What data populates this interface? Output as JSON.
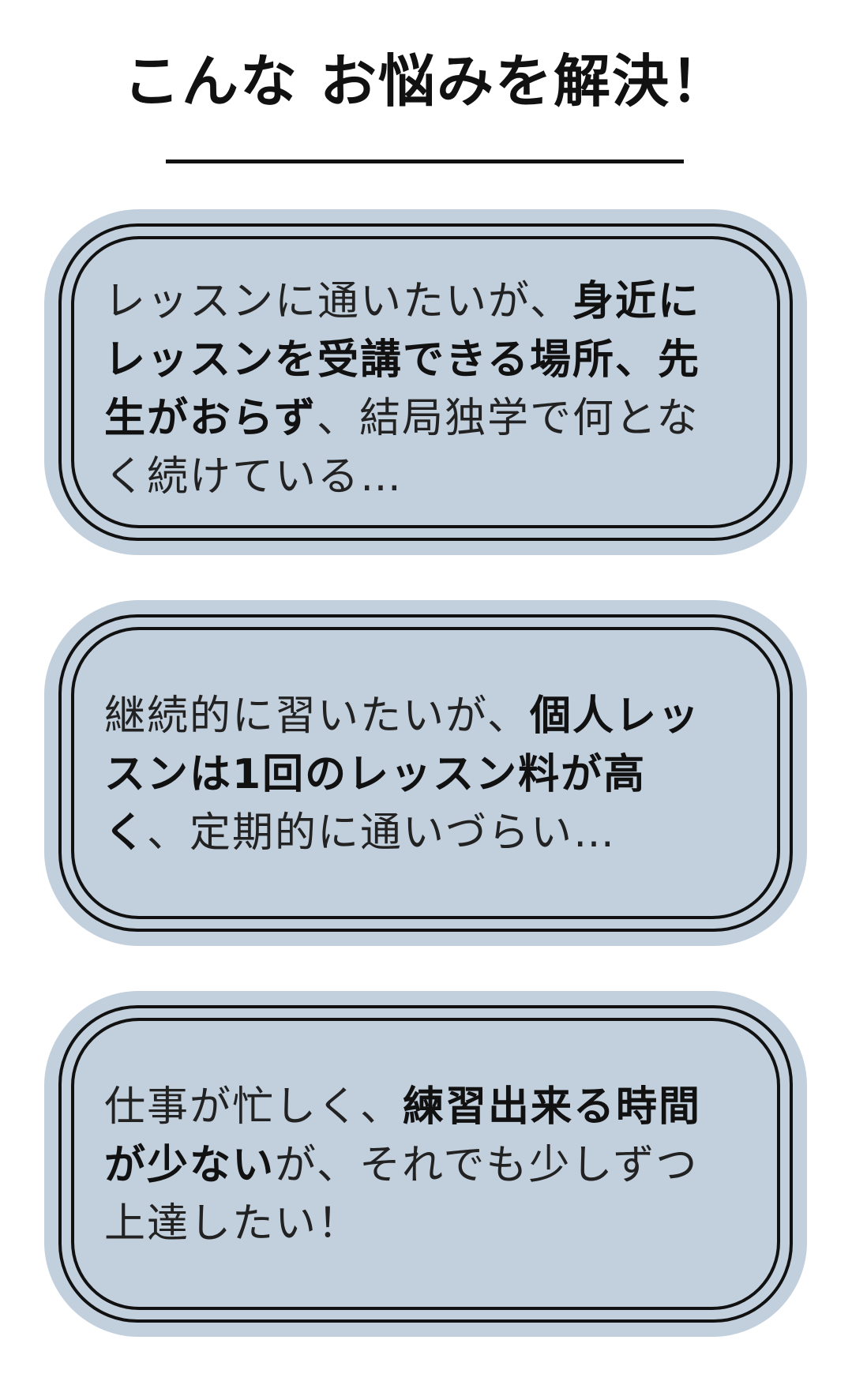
{
  "title": "こんな お悩みを解決！",
  "cards": [
    {
      "lines": [
        {
          "segments": [
            {
              "text": "レッスンに通いたいが、",
              "bold": false
            },
            {
              "text": "身近に",
              "bold": true
            }
          ]
        },
        {
          "segments": [
            {
              "text": "レッスンを受講できる場所、先",
              "bold": true
            }
          ]
        },
        {
          "segments": [
            {
              "text": "生がおらず",
              "bold": true
            },
            {
              "text": "、結局独学で何とな",
              "bold": false
            }
          ]
        },
        {
          "segments": [
            {
              "text": "く続けている…",
              "bold": false
            }
          ]
        }
      ]
    },
    {
      "lines": [
        {
          "segments": [
            {
              "text": "継続的に習いたいが、",
              "bold": false
            },
            {
              "text": "個人レッ",
              "bold": true
            }
          ]
        },
        {
          "segments": [
            {
              "text": "スンは1回のレッスン料が高",
              "bold": true
            }
          ]
        },
        {
          "segments": [
            {
              "text": "く",
              "bold": true
            },
            {
              "text": "、定期的に通いづらい…",
              "bold": false
            }
          ]
        }
      ]
    },
    {
      "lines": [
        {
          "segments": [
            {
              "text": "仕事が忙しく、",
              "bold": false
            },
            {
              "text": "練習出来る時間",
              "bold": true
            }
          ]
        },
        {
          "segments": [
            {
              "text": "が少ない",
              "bold": true
            },
            {
              "text": "が、それでも少しずつ",
              "bold": false
            }
          ]
        },
        {
          "segments": [
            {
              "text": "上達したい！",
              "bold": false
            }
          ]
        }
      ]
    }
  ]
}
